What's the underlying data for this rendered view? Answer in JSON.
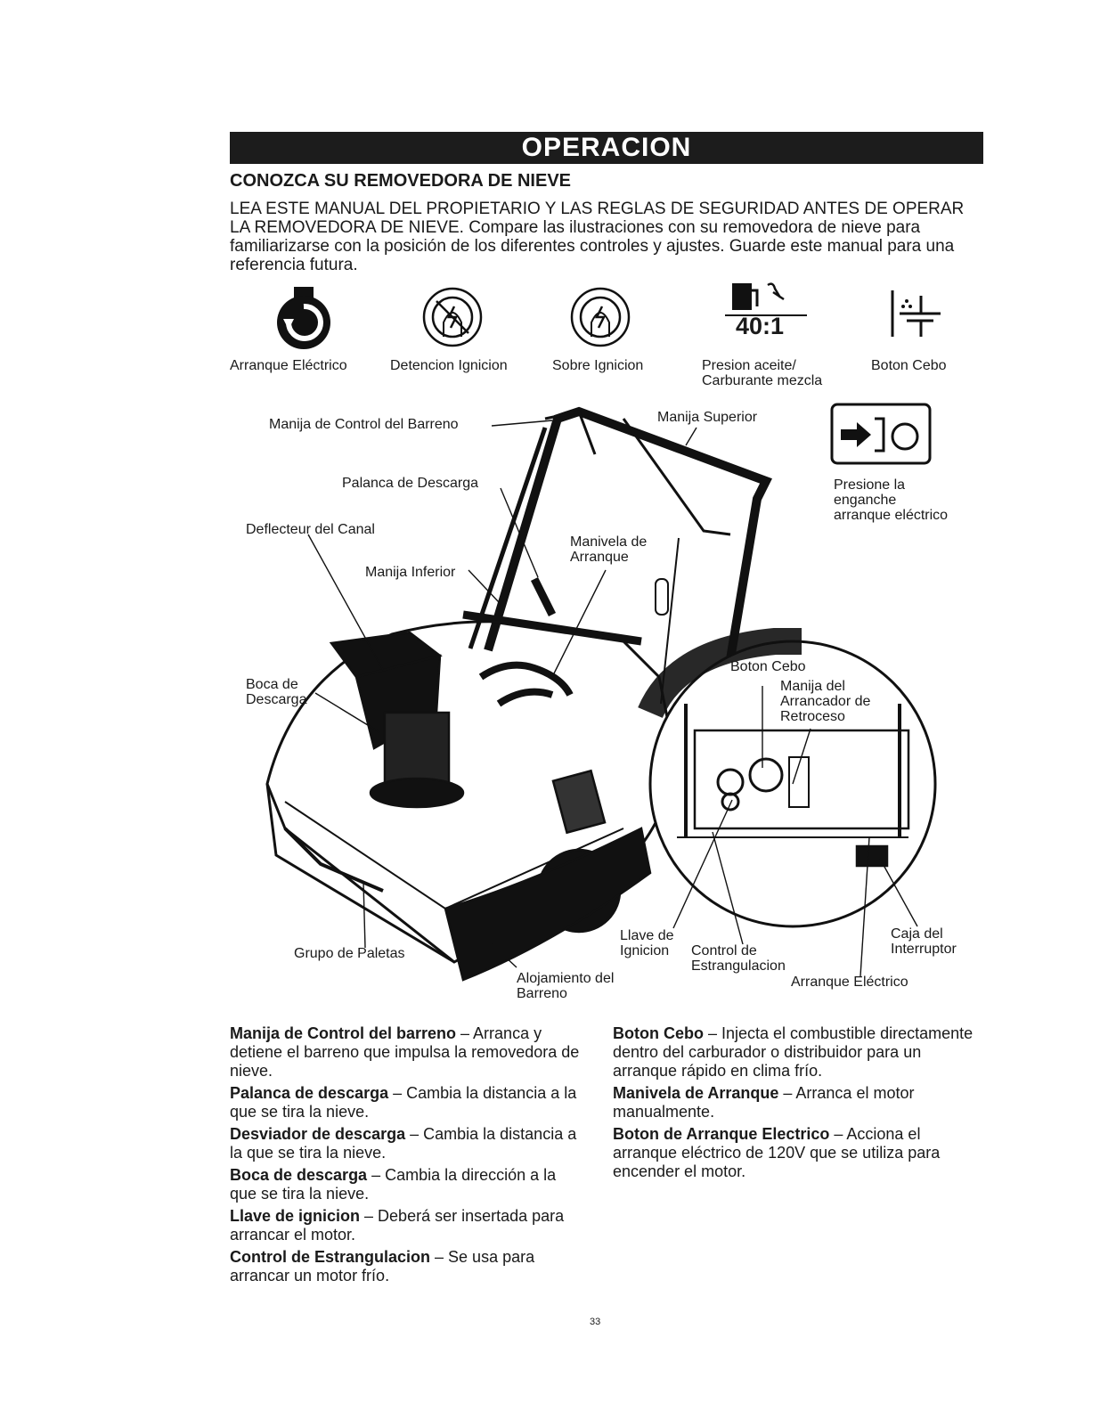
{
  "banner": {
    "title": "OPERACION"
  },
  "section": {
    "heading": "CONOZCA SU REMOVEDORA DE NIEVE",
    "intro": "LEA ESTE MANUAL DEL PROPIETARIO Y LAS REGLAS DE SEGURIDAD ANTES DE OPERAR LA REMOVEDORA DE NIEVE. Compare las ilustraciones con su removedora de nieve para familiarizarse con la posición de los diferentes controles y ajustes. Guarde este manual para una referencia futura."
  },
  "symbols": [
    {
      "icon": "electric-start-icon",
      "label": "Arranque Eléctrico"
    },
    {
      "icon": "ignition-off-icon",
      "label": "Detencion Ignicion"
    },
    {
      "icon": "ignition-on-icon",
      "label": "Sobre Ignicion"
    },
    {
      "icon": "fuel-oil-mix-icon",
      "label_line1": "Presion aceite/",
      "label_line2": "Carburante mezcla",
      "ratio": "40:1"
    },
    {
      "icon": "primer-icon",
      "label": "Boton Cebo"
    }
  ],
  "callouts": {
    "auger_control": "Manija de Control del Barreno",
    "upper_handle": "Manija Superior",
    "press_engage_1": "Presione la",
    "press_engage_2": "enganche",
    "press_engage_3": "arranque eléctrico",
    "discharge_lever": "Palanca de Descarga",
    "chute_deflector": "Deflecteur del Canal",
    "lower_handle": "Manija Inferior",
    "crank_1": "Manivela de",
    "crank_2": "Arranque",
    "chute_1": "Boca de",
    "chute_2": "Descarga",
    "primer": "Boton Cebo",
    "recoil_1": "Manija del",
    "recoil_2": "Arrancador de",
    "recoil_3": "Retroceso",
    "ignition_key_1": "Llave de",
    "ignition_key_2": "Ignicion",
    "choke_1": "Control de",
    "choke_2": "Estrangulacion",
    "switch_box_1": "Caja del",
    "switch_box_2": "Interruptor",
    "paddles": "Grupo de Paletas",
    "auger_housing_1": "Alojamiento del",
    "auger_housing_2": "Barreno",
    "electric_start": "Arranque Eléctrico"
  },
  "descriptions_left": [
    {
      "term": "Manija de Control del barreno",
      "text": " – Arranca y detiene el barreno que impulsa la removedora de nieve."
    },
    {
      "term": "Palanca de descarga",
      "text": " – Cambia la distancia a la que se tira la nieve."
    },
    {
      "term": "Desviador de descarga",
      "text": " – Cambia la distancia a la que se tira la nieve."
    },
    {
      "term": "Boca de descarga",
      "text": " – Cambia la dirección a la que se tira la nieve."
    },
    {
      "term": "Llave de ignicion",
      "text": " – Deberá ser insertada para arrancar el motor."
    },
    {
      "term": "Control de Estrangulacion",
      "text": " – Se usa para arrancar un motor frío."
    }
  ],
  "descriptions_right": [
    {
      "term": "Boton Cebo",
      "text": " – Injecta el combustible directamente dentro del carburador o distribuidor para un arranque rápido en clima frío."
    },
    {
      "term": "Manivela de Arranque",
      "text": " – Arranca el motor manualmente."
    },
    {
      "term": "Boton de Arranque Electrico",
      "text": " – Acciona el arranque eléctrico de 120V que se utiliza para encender el motor."
    }
  ],
  "page_number": "33"
}
